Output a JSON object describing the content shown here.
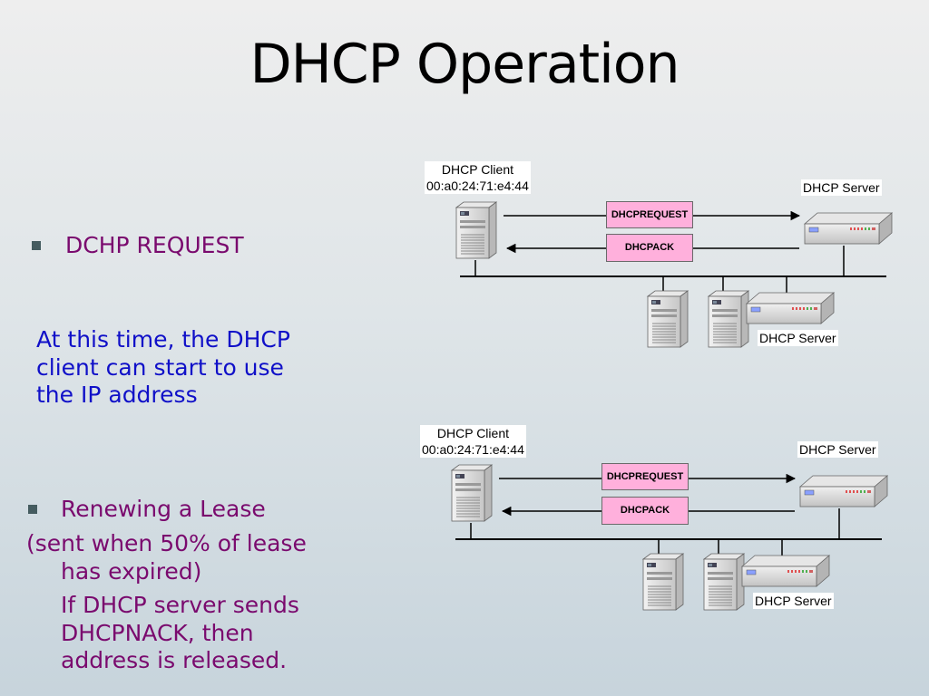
{
  "slide": {
    "title": "DHCP Operation",
    "bullet1": "DCHP REQUEST",
    "note_lines": [
      "At this time, the DHCP",
      "client can start to use",
      "the IP address"
    ],
    "bullet2": "Renewing a Lease",
    "lease_lines": [
      "(sent when 50% of lease",
      "has expired)"
    ],
    "nack_lines": [
      "If DHCP server sends",
      "DHCPNACK, then",
      "address is released."
    ]
  },
  "diagram": {
    "client_label": [
      "DHCP Client",
      "00:a0:24:71:e4:44"
    ],
    "server_label": "DHCP Server",
    "request_label": "DHCPREQUEST",
    "ack_label": "DHCPACK"
  },
  "colors": {
    "title": "#000000",
    "bullet_text": "#7a0a6e",
    "note_text": "#1010c8",
    "message_fill": "#ffb0dc"
  }
}
